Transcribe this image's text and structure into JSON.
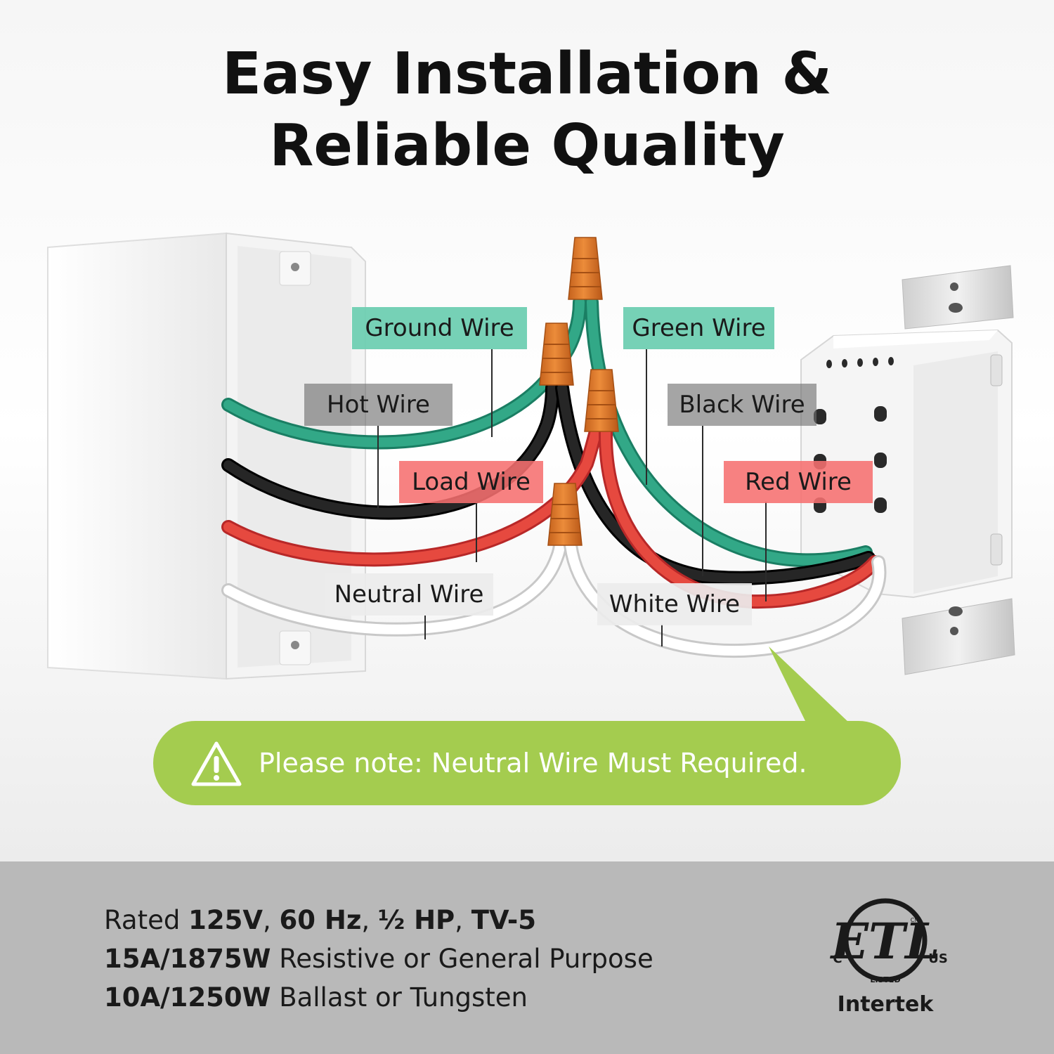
{
  "title": {
    "line1": "Easy Installation &",
    "line2": "Reliable Quality"
  },
  "labels": {
    "ground": "Ground Wire",
    "green": "Green Wire",
    "hot": "Hot Wire",
    "black": "Black Wire",
    "load": "Load Wire",
    "red": "Red Wire",
    "neutral": "Neutral Wire",
    "white": "White Wire"
  },
  "note": {
    "icon": "warning-triangle-icon",
    "text": "Please note: Neutral Wire Must Required."
  },
  "specs": {
    "line1_prefix": "Rated ",
    "line1_v1": "125V",
    "line1_s1": ", ",
    "line1_v2": "60 Hz",
    "line1_s2": ", ",
    "line1_v3": "½ HP",
    "line1_s3": ", ",
    "line1_v4": "TV-5",
    "line2_bold": "15A/1875W",
    "line2_rest": " Resistive or General Purpose",
    "line3_bold": "10A/1250W",
    "line3_rest": " Ballast or Tungsten"
  },
  "certification": {
    "mark": "ETL",
    "left": "C",
    "right": "US",
    "listed": "LISTED",
    "reg": "CM",
    "brand": "Intertek"
  },
  "colors": {
    "ground_wire": "#2e9e80",
    "hot_wire": "#1c1c1c",
    "load_wire": "#e0413f",
    "neutral_wire": "#ffffff",
    "wire_nut": "#e0802e",
    "note_bg": "#a4cc4f",
    "spec_bg": "#b9b9b9"
  }
}
